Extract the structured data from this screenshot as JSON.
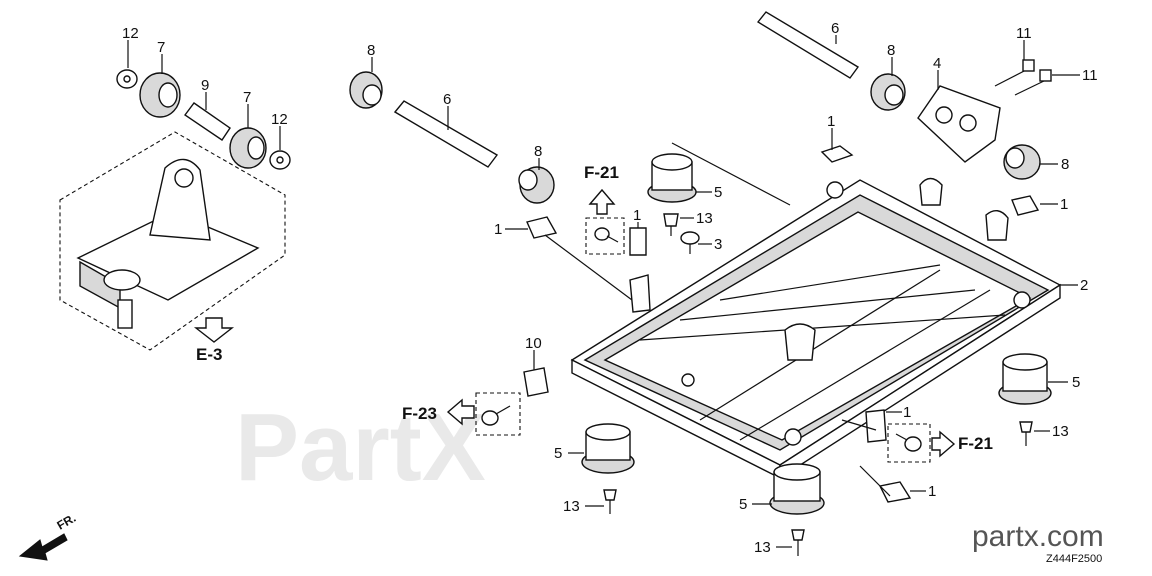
{
  "callouts": [
    "12",
    "7",
    "9",
    "7",
    "12",
    "8",
    "6",
    "8",
    "6",
    "8",
    "4",
    "11",
    "11",
    "1",
    "5",
    "13",
    "3",
    "1",
    "1",
    "1",
    "2",
    "10",
    "5",
    "1",
    "5",
    "13",
    "13",
    "1",
    "5",
    "13",
    "8"
  ],
  "refs": {
    "e3": "E-3",
    "f21_top": "F-21",
    "f23": "F-23",
    "f21_right": "F-21"
  },
  "diagram_code": "Z444F2500",
  "brand": "partx.com",
  "direction": "FR.",
  "watermark": "PartX",
  "colors": {
    "ink": "#111111",
    "fill": "#d9d9d9",
    "watermark": "#e9e9e9"
  }
}
